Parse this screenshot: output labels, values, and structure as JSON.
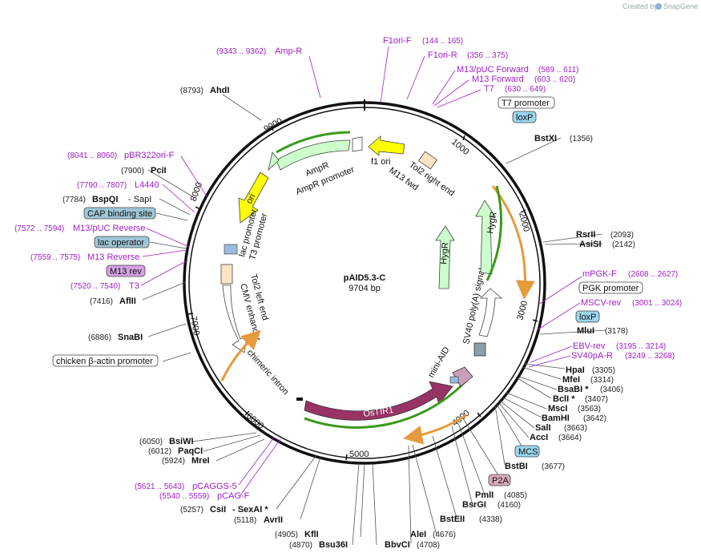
{
  "credit": {
    "prefix": "Created by",
    "brand": "SnapGene"
  },
  "plasmid": {
    "name": "pAID5.3-C",
    "size": "9704 bp"
  },
  "ticks": [
    "1000",
    "2000",
    "3000",
    "4000",
    "5000",
    "6000",
    "7000",
    "8000",
    "9000"
  ],
  "features": {
    "ampr": "AmpR",
    "ampr_promoter": "AmpR promoter",
    "f1_ori": "f1 ori",
    "ori": "ori",
    "lac_promoter": "lac promoter",
    "t3_promoter": "T3 promoter",
    "tol2_left": "Tol2 left end",
    "cmv_enhancer": "CMV enhancer",
    "chimeric_intron": "chimeric intron",
    "ostir1": "OsTIR1",
    "mini_aid": "mini-AID",
    "sv40_polya": "SV40 poly(A) signal",
    "hygr1": "HygR",
    "hygr2": "HygR",
    "tol2_right": "Tol2 right end",
    "m13_fwd": "M13 fwd"
  },
  "enzymes": {
    "ahdi": {
      "name": "AhdI",
      "pos": "(8793)"
    },
    "bstxi": {
      "name": "BstXI",
      "pos": "(1356)"
    },
    "pcii": {
      "name": "PciI",
      "pos": "(7900)"
    },
    "bspqi": {
      "name": "BspQI",
      "extra": "- SapI",
      "pos": "(7784)"
    },
    "rsrii": {
      "name": "RsrII",
      "pos": "(2093)"
    },
    "asisi": {
      "name": "AsiSI",
      "pos": "(2142)"
    },
    "aflii": {
      "name": "AflII",
      "pos": "(7416)"
    },
    "mlui": {
      "name": "MluI",
      "pos": "(3178)"
    },
    "snabi": {
      "name": "SnaBI",
      "pos": "(6886)"
    },
    "hpai": {
      "name": "HpaI",
      "pos": "(3305)"
    },
    "mfei": {
      "name": "MfeI",
      "pos": "(3314)"
    },
    "bsabi": {
      "name": "BsaBI *",
      "pos": "(3406)"
    },
    "bcli": {
      "name": "BclI *",
      "pos": "(3407)"
    },
    "msci": {
      "name": "MscI",
      "pos": "(3563)"
    },
    "bamhi": {
      "name": "BamHI",
      "pos": "(3642)"
    },
    "sali": {
      "name": "SalI",
      "pos": "(3663)"
    },
    "acci": {
      "name": "AccI",
      "pos": "(3664)"
    },
    "bstbi": {
      "name": "BstBI",
      "pos": "(3677)"
    },
    "bsiwi": {
      "name": "BsiWI",
      "pos": "(6050)"
    },
    "paqci": {
      "name": "PaqCI",
      "pos": "(6012)"
    },
    "mrei": {
      "name": "MreI",
      "pos": "(5924)"
    },
    "pmli": {
      "name": "PmlI",
      "pos": "(4085)"
    },
    "bsrgi": {
      "name": "BsrGI",
      "pos": "(4160)"
    },
    "bsteii": {
      "name": "BstEII",
      "pos": "(4338)"
    },
    "csii": {
      "name": "CsiI",
      "extra": "- SexAI *",
      "pos": "(5257)"
    },
    "avrii": {
      "name": "AvrII",
      "pos": "(5118)"
    },
    "alei": {
      "name": "AleI",
      "pos": "(4676)"
    },
    "kfli": {
      "name": "KflI",
      "pos": "(4905)"
    },
    "bsu36i": {
      "name": "Bsu36I",
      "pos": "(4870)"
    },
    "bbvci": {
      "name": "BbvCI",
      "pos": "(4708)"
    }
  },
  "primers": {
    "ampr_r": {
      "name": "Amp-R",
      "pos": "(9343 .. 9362)"
    },
    "f1ori_f": {
      "name": "F1ori-F",
      "pos": "(144 .. 165)"
    },
    "f1ori_r": {
      "name": "F1ori-R",
      "pos": "(356 .. 375)"
    },
    "m13puc_fwd": {
      "name": "M13/pUC Forward",
      "pos": "(589 .. 611)"
    },
    "m13_fwd": {
      "name": "M13 Forward",
      "pos": "(603 .. 620)"
    },
    "t7": {
      "name": "T7",
      "pos": "(630 .. 649)"
    },
    "pbr322": {
      "name": "pBR322ori-F",
      "pos": "(8041 .. 8060)"
    },
    "l4440": {
      "name": "L4440",
      "pos": "(7790 .. 7807)"
    },
    "m13puc_rev": {
      "name": "M13/pUC Reverse",
      "pos": "(7572 .. 7594)"
    },
    "m13_rev": {
      "name": "M13 Reverse",
      "pos": "(7559 .. 7575)"
    },
    "t3": {
      "name": "T3",
      "pos": "(7520 .. 7540)"
    },
    "mpgk_f": {
      "name": "mPGK-F",
      "pos": "(2608 .. 2627)"
    },
    "mscv_rev": {
      "name": "MSCV-rev",
      "pos": "(3001 .. 3024)"
    },
    "ebv_rev": {
      "name": "EBV-rev",
      "pos": "(3195 .. 3214)"
    },
    "sv40pa_r": {
      "name": "SV40pA-R",
      "pos": "(3249 .. 3268)"
    },
    "pcaggs5": {
      "name": "pCAGGS-5",
      "pos": "(5621 .. 5643)"
    },
    "pcag_f": {
      "name": "pCAG-F",
      "pos": "(5540 .. 5559)"
    }
  },
  "boxes": {
    "t7_promoter": "T7 promoter",
    "loxp1": "loxP",
    "cap_site": "CAP binding site",
    "lac_operator": "lac operator",
    "m13_rev_box": "M13 rev",
    "pgk_promoter": "PGK promoter",
    "loxp2": "loxP",
    "mcs": "MCS",
    "p2a": "P2A",
    "actin_promoter": "chicken β-actin promoter"
  },
  "colors": {
    "backbone": "#111111",
    "primer": "#a020c8",
    "ampr": "#ccffcc",
    "ori": "#ffff00",
    "f1ori": "#ffff00",
    "ostir1": "#993366",
    "orange_arrow": "#e69a3c",
    "green_arc": "#3a9a1a"
  }
}
